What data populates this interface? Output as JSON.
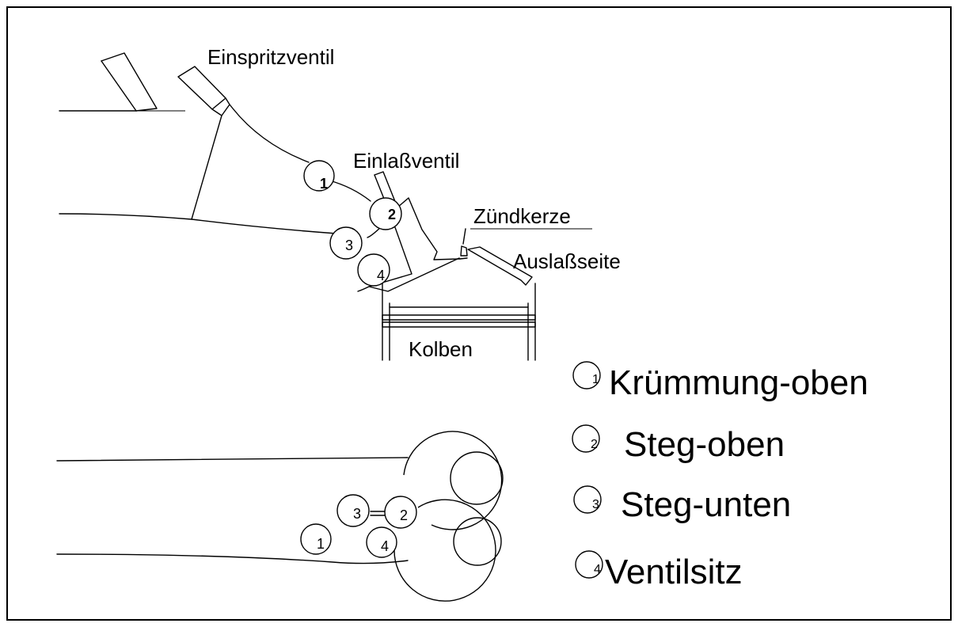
{
  "labels": {
    "einspritzventil": "Einspritzventil",
    "einlassventil": "Einlaßventil",
    "zuendkerze": "Zündkerze",
    "auslassseite": "Auslaßseite",
    "kolben": "Kolben"
  },
  "markers": {
    "m1": "1",
    "m2": "2",
    "m3": "3",
    "m4": "4"
  },
  "legend": [
    {
      "num": "1",
      "text": "Krümmung-oben"
    },
    {
      "num": "2",
      "text": "Steg-oben"
    },
    {
      "num": "3",
      "text": "Steg-unten"
    },
    {
      "num": "4",
      "text": "Ventilsitz"
    }
  ]
}
